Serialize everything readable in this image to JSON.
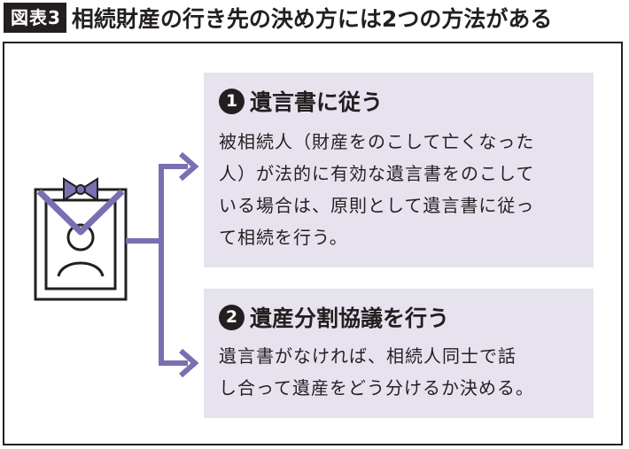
{
  "header": {
    "figure_label": "図表3",
    "title": "相続財産の行き先の決め方には2つの方法がある"
  },
  "options": [
    {
      "number": "1",
      "title": "遺言書に従う",
      "body": "被相続人（財産をのこして亡くなった\n人）が法的に有効な遺言書をのこして\nいる場合は、原則として遺言書に従っ\nて相続を行う。"
    },
    {
      "number": "2",
      "title": "遺産分割協議を行う",
      "body": "遺言書がなければ、相続人同士で話\nし合って遺産をどう分けるか決める。"
    }
  ],
  "colors": {
    "accent": "#7b6fb1",
    "card_bg": "#e6e3ef",
    "text": "#231f20"
  },
  "icons": [
    "memorial-portrait-icon",
    "person-icon",
    "ribbon-icon",
    "arrow-right-icon"
  ]
}
